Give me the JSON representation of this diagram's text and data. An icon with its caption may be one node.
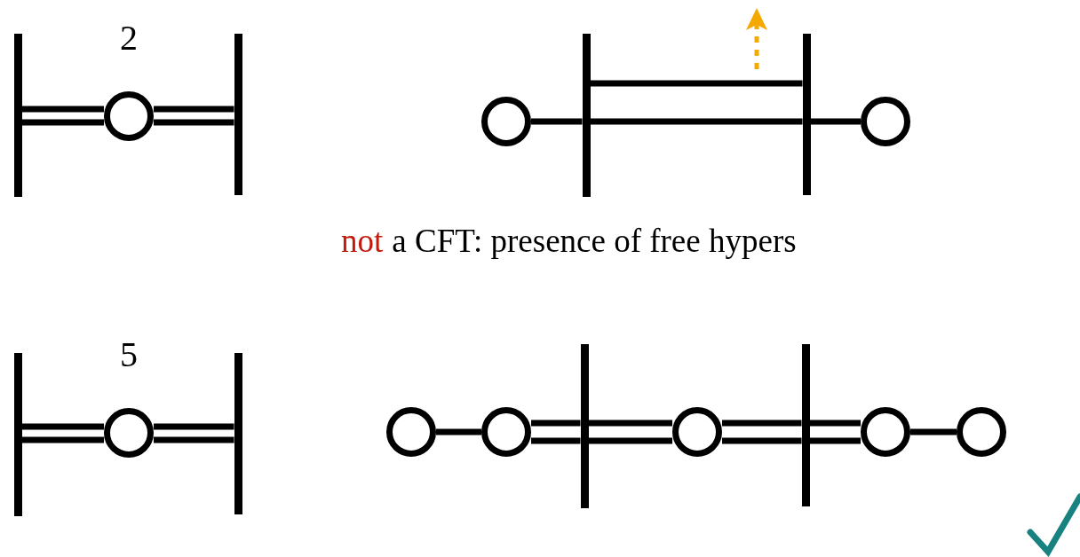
{
  "diagram": {
    "nodes": [
      {
        "text": [],
        "shape": "bar"
      },
      {
        "text": [],
        "shape": "circle",
        "beside": [
          "2"
        ]
      },
      {
        "text": [],
        "shape": "bar"
      },
      {
        "text": [],
        "shape": "circle"
      },
      {
        "text": [],
        "shape": "bar"
      },
      {
        "text": [],
        "shape": "bar"
      },
      {
        "text": [],
        "shape": "circle"
      },
      {
        "text": [],
        "shape": "bar"
      },
      {
        "text": [],
        "shape": "circle",
        "beside": [
          "5"
        ]
      },
      {
        "text": [],
        "shape": "bar"
      },
      {
        "text": [],
        "shape": "circle"
      },
      {
        "text": [],
        "shape": "circle"
      },
      {
        "text": [],
        "shape": "bar"
      },
      {
        "text": [],
        "shape": "circle"
      },
      {
        "text": [],
        "shape": "bar"
      },
      {
        "text": [],
        "shape": "circle"
      },
      {
        "text": [],
        "shape": "circle"
      }
    ],
    "edges": [
      {
        "from": 0,
        "to": 1,
        "arrow": "none"
      },
      {
        "from": 1,
        "to": 2,
        "arrow": "none"
      },
      {
        "from": 3,
        "to": 4,
        "arrow": "none"
      },
      {
        "from": 4,
        "to": 5,
        "arrow": "none"
      },
      {
        "from": 4,
        "to": 5,
        "arrow": "none"
      },
      {
        "from": 5,
        "to": 6,
        "arrow": "none"
      },
      {
        "from": 7,
        "to": 8,
        "arrow": "none"
      },
      {
        "from": 8,
        "to": 9,
        "arrow": "none"
      },
      {
        "from": 10,
        "to": 11,
        "arrow": "none"
      },
      {
        "from": 11,
        "to": 12,
        "arrow": "none"
      },
      {
        "from": 12,
        "to": 13,
        "arrow": "none"
      },
      {
        "from": 13,
        "to": 14,
        "arrow": "none"
      },
      {
        "from": 14,
        "to": 15,
        "arrow": "none"
      },
      {
        "from": 15,
        "to": 16,
        "arrow": "none"
      }
    ],
    "labels": [
      "not",
      "a CFT: presence of free hypers"
    ]
  }
}
